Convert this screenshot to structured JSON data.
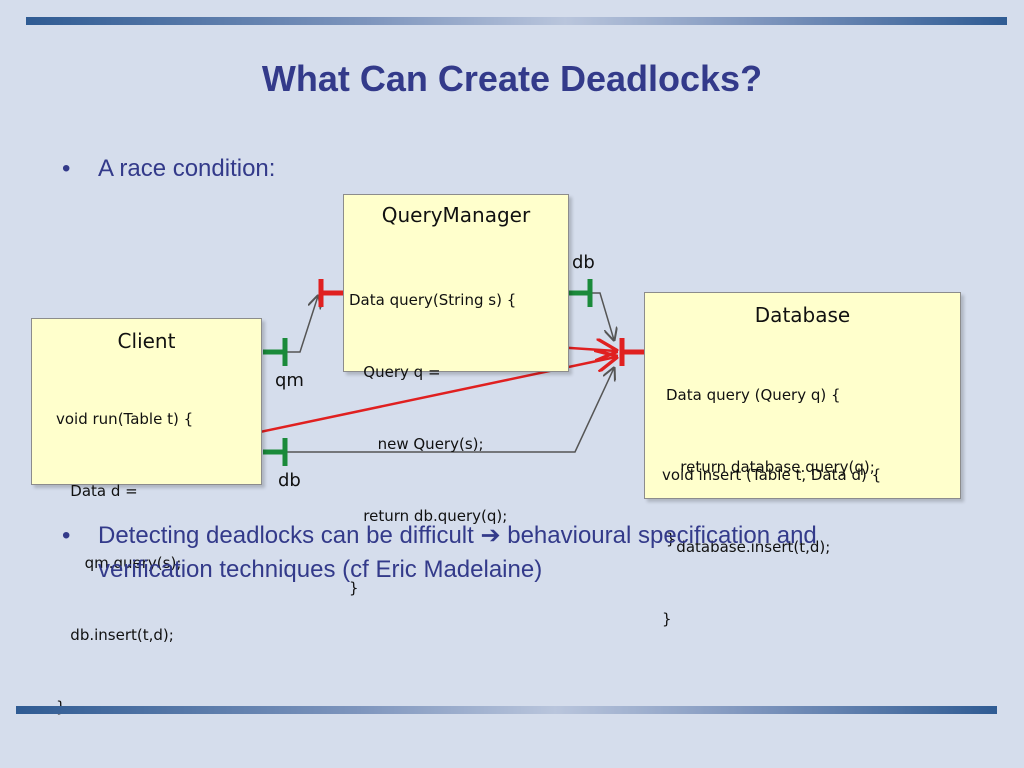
{
  "slide": {
    "title": "What Can Create Deadlocks?",
    "bullets": [
      {
        "marker": "•",
        "text": "A race condition:"
      },
      {
        "marker": "•",
        "line1": "Detecting deadlocks can be difficult ➔ behavioural specification and",
        "line2": "verification techniques (cf Eric Madelaine)"
      }
    ]
  },
  "diagram": {
    "query_manager": {
      "title": "QueryManager",
      "code": [
        "Data query(String s) {",
        "   Query q =",
        "      new Query(s);",
        "   return db.query(q);",
        "}"
      ]
    },
    "client": {
      "title": "Client",
      "code": [
        "void run(Table t) {",
        "   Data d =",
        "      qm.query(s);",
        "   db.insert(t,d);",
        "}"
      ]
    },
    "database": {
      "title": "Database",
      "code_query": [
        "Data query (Query q) {",
        "   return database.query(q);",
        "}"
      ],
      "code_insert": [
        "void insert (Table t, Data d) {",
        "   database.insert(t,d);",
        "}"
      ]
    },
    "labels": {
      "qm_db": "db",
      "client_qm": "qm",
      "client_db": "db"
    }
  },
  "colors": {
    "title": "#333a8a",
    "background": "#d5ddec",
    "box_fill": "#ffffcc",
    "required_port": "#1a8a3a",
    "blocked_port": "#e02020",
    "red_arrow": "#e02020",
    "connector": "#555555"
  }
}
